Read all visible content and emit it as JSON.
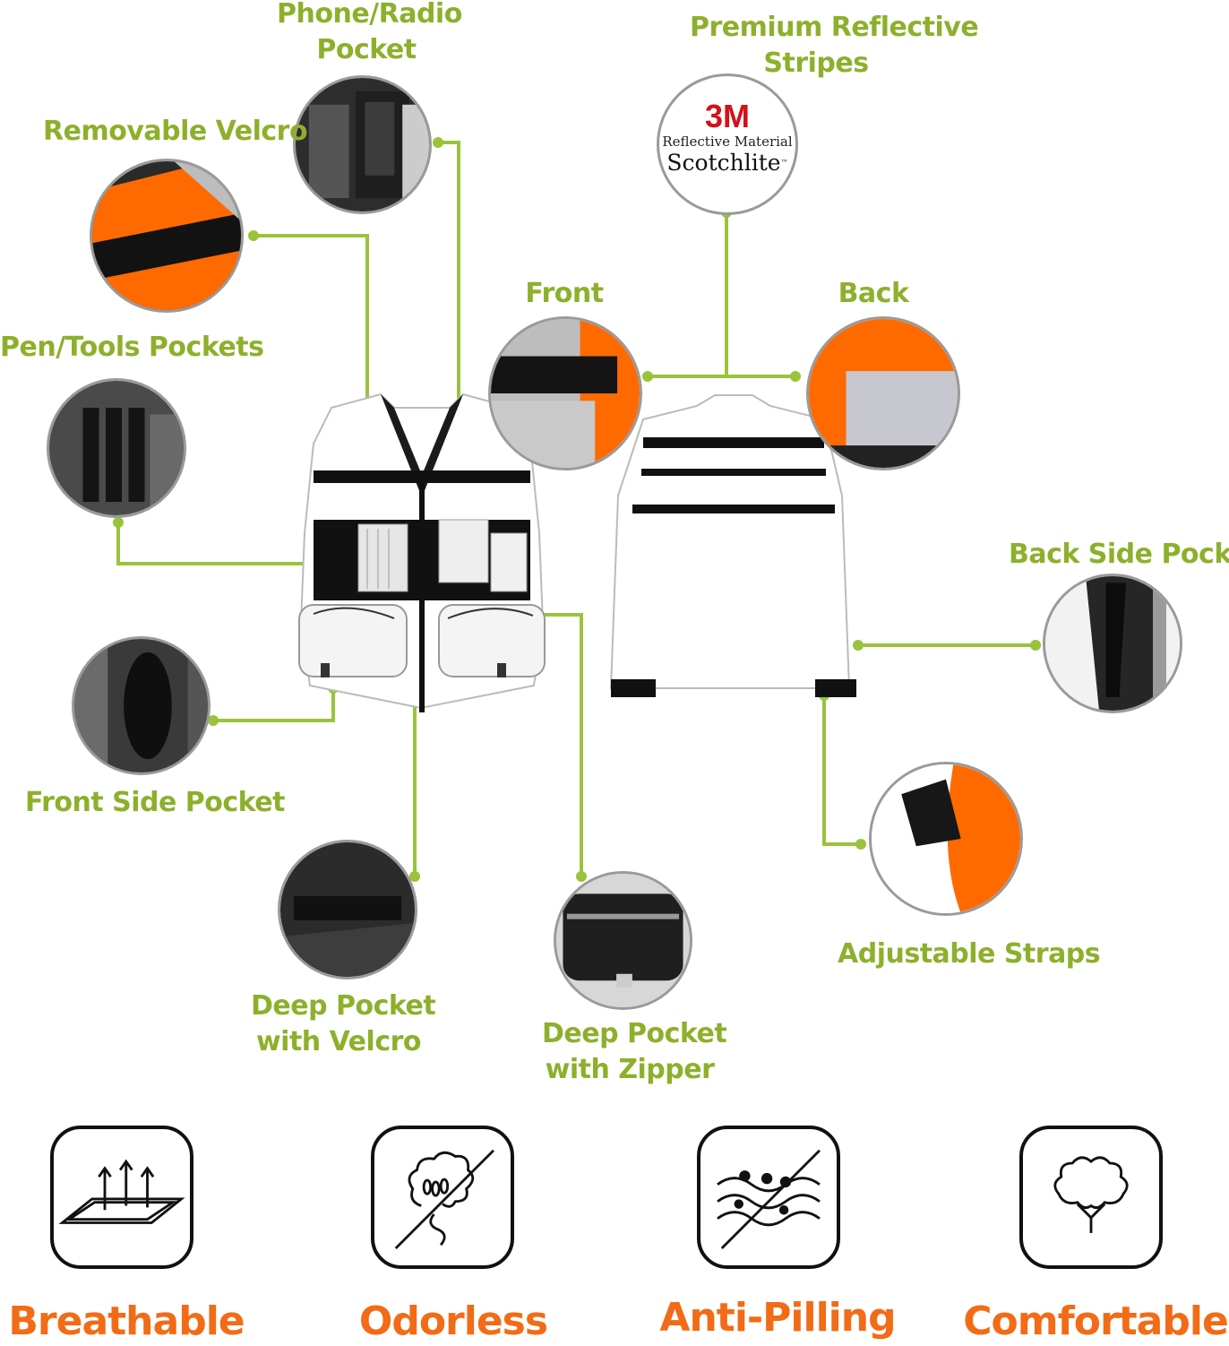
{
  "callouts": {
    "phone_pocket": [
      "Phone/Radio",
      "Pocket"
    ],
    "reflective": [
      "Premium Reflective",
      "Stripes"
    ],
    "velcro": "Removable Velcro",
    "front": "Front",
    "back": "Back",
    "pen_pockets": "Pen/Tools Pockets",
    "back_side_pocket": "Back Side Pocket",
    "front_side_pocket": "Front Side Pocket",
    "adjustable_straps": "Adjustable Straps",
    "deep_velcro": [
      "Deep Pocket",
      "with Velcro"
    ],
    "deep_zipper": [
      "Deep Pocket",
      "with Zipper"
    ]
  },
  "badge": {
    "brand": "3M",
    "line1": "Reflective Material",
    "line2": "Scotchlite",
    "tm": "™"
  },
  "features": [
    {
      "label": "Breathable",
      "icon": "breathable-icon"
    },
    {
      "label": "Odorless",
      "icon": "odorless-icon"
    },
    {
      "label": "Anti-Pilling",
      "icon": "anti-pilling-icon"
    },
    {
      "label": "Comfortable",
      "icon": "cotton-icon"
    }
  ],
  "colors": {
    "accent_green": "#8db02c",
    "feature_orange": "#f26b16",
    "hi_vis_orange": "#ff6a00",
    "brand_red": "#d2121a"
  }
}
